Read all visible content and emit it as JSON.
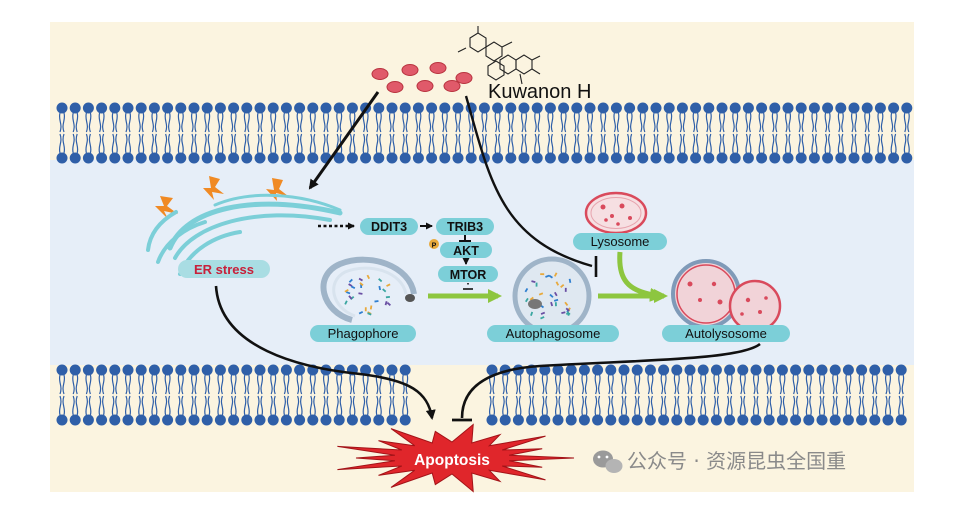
{
  "compound": {
    "name": "Kuwanon H"
  },
  "labels": {
    "er_stress": "ER stress",
    "ddit3": "DDIT3",
    "trib3": "TRIB3",
    "akt": "AKT",
    "phospho": "P",
    "mtor": "MTOR",
    "lysosome": "Lysosome",
    "phagophore": "Phagophore",
    "autophagosome": "Autophagosome",
    "autolysosome": "Autolysosome",
    "apoptosis": "Apoptosis"
  },
  "watermark": {
    "text": "公众号 · 资源昆虫全国重"
  },
  "colors": {
    "background": "#fbf4e0",
    "cytoplasm": "#e6eef8",
    "lipid_head": "#2f5fa8",
    "label_pill": "#7ccfd8",
    "er_membrane": "#7ccfd8",
    "autophagy_arrow": "#8dc63f",
    "apoptosis_burst": "#e0262b",
    "lysosome": "#d94a5c"
  }
}
